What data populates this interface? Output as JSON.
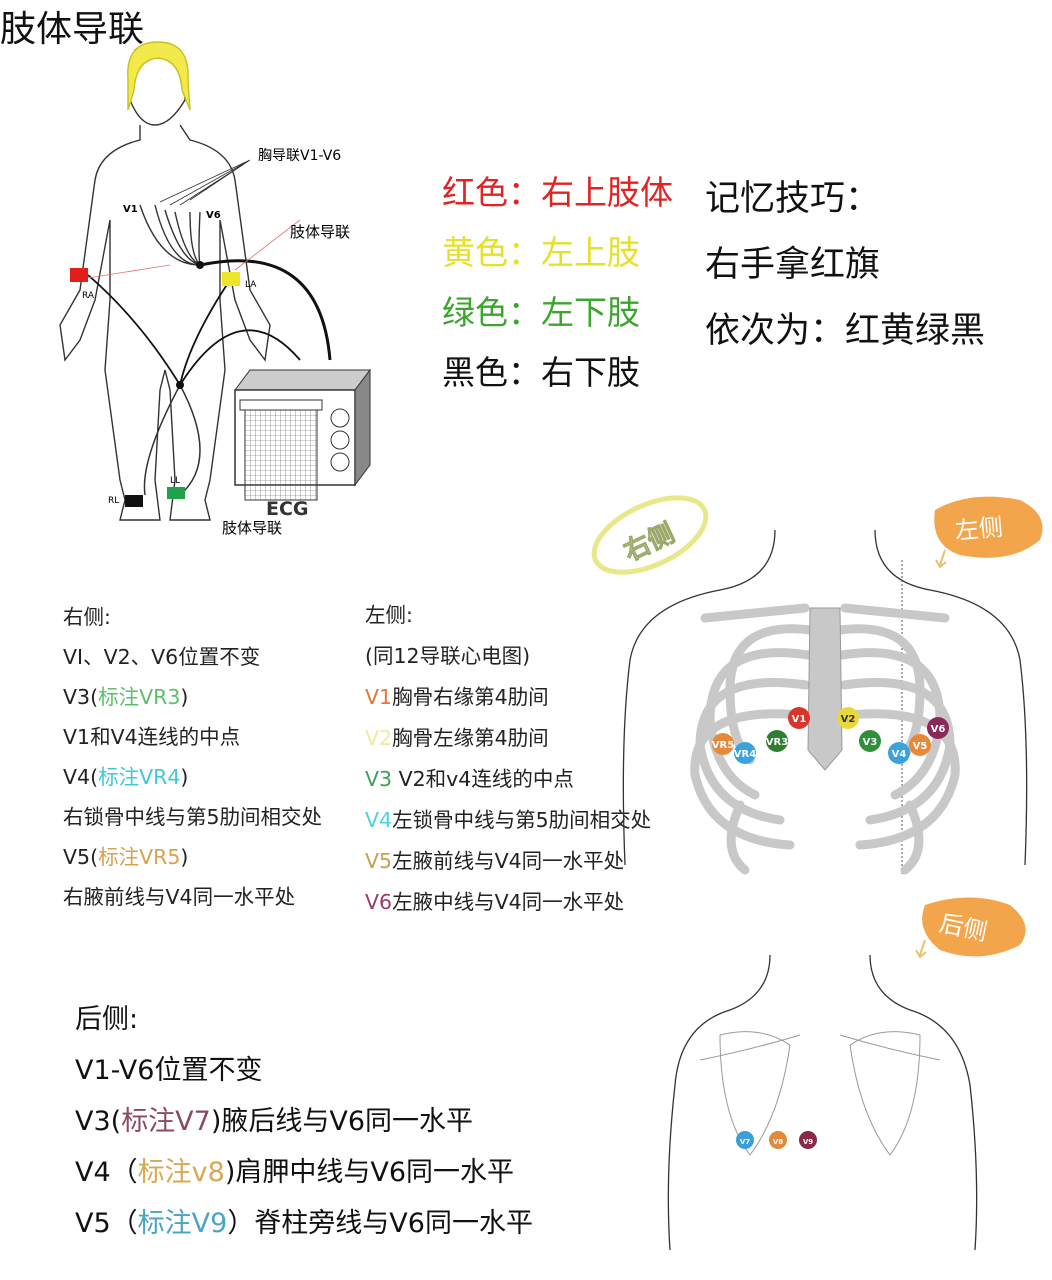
{
  "title": "肢体导联",
  "figure": {
    "chest_leads_label": "胸导联V1-V6",
    "limb_leads_label_top": "肢体导联",
    "limb_leads_label_bottom": "肢体导联",
    "v1": "V1",
    "v6": "V6",
    "ra": "RA",
    "la": "LA",
    "rl": "RL",
    "ll": "LL",
    "ecg": "ECG"
  },
  "legend": [
    {
      "segments": [
        {
          "text": "红色：",
          "color": "#e02323"
        },
        {
          "text": "右上肢体",
          "color": "#e02323"
        }
      ]
    },
    {
      "segments": [
        {
          "text": "黄色：",
          "color": "#e6e02a"
        },
        {
          "text": "左上肢",
          "color": "#e6e02a"
        }
      ]
    },
    {
      "segments": [
        {
          "text": "绿色：",
          "color": "#3ca52e"
        },
        {
          "text": "左下肢",
          "color": "#3ca52e"
        }
      ]
    },
    {
      "segments": [
        {
          "text": "黑色：",
          "color": "#111111"
        },
        {
          "text": "右下肢",
          "color": "#111111"
        }
      ]
    }
  ],
  "tips": [
    "记忆技巧：",
    "右手拿红旗",
    "依次为：红黄绿黑"
  ],
  "right_side": {
    "lines": [
      {
        "segments": [
          {
            "text": "右侧:",
            "color": "#222222"
          }
        ]
      },
      {
        "segments": [
          {
            "text": "VI、V2、V6位置不变",
            "color": "#222222"
          }
        ]
      },
      {
        "segments": [
          {
            "text": "V3(",
            "color": "#222222"
          },
          {
            "text": "标注VR3",
            "color": "#5cbf6a"
          },
          {
            "text": ")",
            "color": "#222222"
          }
        ]
      },
      {
        "segments": [
          {
            "text": "V1和V4连线的中点",
            "color": "#222222"
          }
        ]
      },
      {
        "segments": [
          {
            "text": "V4(",
            "color": "#222222"
          },
          {
            "text": "标注VR4",
            "color": "#3fc8d6"
          },
          {
            "text": ")",
            "color": "#222222"
          }
        ]
      },
      {
        "segments": [
          {
            "text": "右锁骨中线与第5肋间相交处",
            "color": "#222222"
          }
        ]
      },
      {
        "segments": [
          {
            "text": "V5(",
            "color": "#222222"
          },
          {
            "text": "标注VR5",
            "color": "#d9a04e"
          },
          {
            "text": ")",
            "color": "#222222"
          }
        ]
      },
      {
        "segments": [
          {
            "text": "右腋前线与V4同一水平处",
            "color": "#222222"
          }
        ]
      }
    ]
  },
  "left_side": {
    "lines": [
      {
        "segments": [
          {
            "text": "左侧:",
            "color": "#222222"
          }
        ]
      },
      {
        "segments": [
          {
            "text": "(同12导联心电图)",
            "color": "#222222"
          }
        ]
      },
      {
        "segments": [
          {
            "text": "V1",
            "color": "#e8743a"
          },
          {
            "text": "胸骨右缘第4肋间",
            "color": "#222222"
          }
        ]
      },
      {
        "segments": [
          {
            "text": "V2",
            "color": "#f0eaa0"
          },
          {
            "text": "胸骨左缘第4肋间",
            "color": "#222222"
          }
        ]
      },
      {
        "segments": [
          {
            "text": "V3 ",
            "color": "#3f9f5a"
          },
          {
            "text": "V2和v4连线的中点",
            "color": "#222222"
          }
        ]
      },
      {
        "segments": [
          {
            "text": "V4",
            "color": "#4fd0e0"
          },
          {
            "text": "左锁骨中线与第5肋间相交处",
            "color": "#222222"
          }
        ]
      },
      {
        "segments": [
          {
            "text": "V5",
            "color": "#c9a050"
          },
          {
            "text": "左腋前线与V4同一水平处",
            "color": "#222222"
          }
        ]
      },
      {
        "segments": [
          {
            "text": "V6",
            "color": "#9a3a6a"
          },
          {
            "text": "左腋中线与V4同一水平处",
            "color": "#222222"
          }
        ]
      }
    ]
  },
  "chest_figure": {
    "right_badge": "右侧",
    "left_badge": "左侧",
    "electrodes": [
      {
        "label": "V1",
        "color": "#d9352b"
      },
      {
        "label": "V2",
        "color": "#e8d83a"
      },
      {
        "label": "V3",
        "color": "#2f8f3a"
      },
      {
        "label": "V4",
        "color": "#3aa3dd"
      },
      {
        "label": "V5",
        "color": "#e8893a"
      },
      {
        "label": "V6",
        "color": "#8a2a5a"
      },
      {
        "label": "VR3",
        "color": "#2f7f32"
      },
      {
        "label": "VR4",
        "color": "#3aa3dd"
      },
      {
        "label": "VR5",
        "color": "#e8893a"
      }
    ]
  },
  "back_figure": {
    "badge": "后侧",
    "electrodes": [
      {
        "label": "V7",
        "color": "#3a9fd8"
      },
      {
        "label": "V8",
        "color": "#e08a3a"
      },
      {
        "label": "V9",
        "color": "#8a2a4a"
      }
    ]
  },
  "back": {
    "lines": [
      {
        "segments": [
          {
            "text": "后侧:",
            "color": "#111111"
          }
        ]
      },
      {
        "segments": [
          {
            "text": "V1-V6位置不变",
            "color": "#111111"
          }
        ]
      },
      {
        "segments": [
          {
            "text": "V3(",
            "color": "#111111"
          },
          {
            "text": "标注V7",
            "color": "#8a4a60"
          },
          {
            "text": ")腋后线与V6同一水平",
            "color": "#111111"
          }
        ]
      },
      {
        "segments": [
          {
            "text": "V4（",
            "color": "#111111"
          },
          {
            "text": "标注v8",
            "color": "#d9a855"
          },
          {
            "text": ")肩胛中线与V6同一水平",
            "color": "#111111"
          }
        ]
      },
      {
        "segments": [
          {
            "text": "V5（",
            "color": "#111111"
          },
          {
            "text": "标注V9",
            "color": "#4aa6c0"
          },
          {
            "text": "）脊柱旁线与V6同一水平",
            "color": "#111111"
          }
        ]
      }
    ]
  }
}
